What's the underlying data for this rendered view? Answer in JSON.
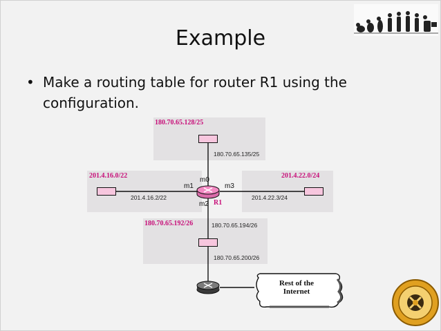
{
  "slide": {
    "title": "Example",
    "bullet": "Make a routing table for router R1 using the configuration."
  },
  "diagram": {
    "router_name": "R1",
    "interfaces": {
      "m0": "m0",
      "m1": "m1",
      "m2": "m2",
      "m3": "m3"
    },
    "networks": {
      "top": {
        "prefix": "180.70.65.128/25",
        "host_addr": "180.70.65.135/25"
      },
      "left": {
        "prefix": "201.4.16.0/22",
        "host_addr": "201.4.16.2/22"
      },
      "right": {
        "prefix": "201.4.22.0/24",
        "host_addr": "201.4.22.3/24"
      },
      "bottom": {
        "prefix": "180.70.65.192/26",
        "host_addr": "180.70.65.194/26",
        "router_addr": "180.70.65.200/26"
      }
    },
    "internet_label": "Rest of the Internet",
    "colors": {
      "network_box": "#e3e1e3",
      "label_magenta": "#c8107a",
      "router_pink": "#f38ac3",
      "host_pink": "#f7c6de"
    }
  }
}
